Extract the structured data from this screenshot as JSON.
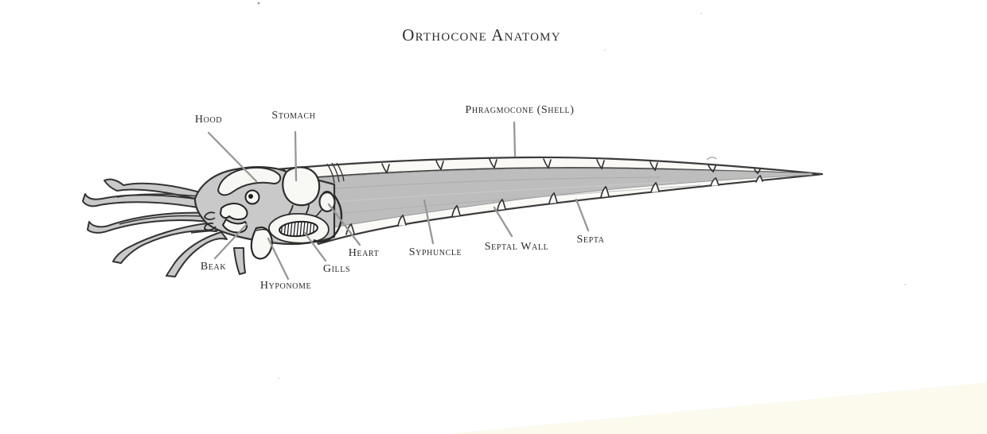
{
  "page": {
    "background_color": "#ffffff",
    "paper_edge_color": "#fbfaec",
    "ink_color": "#3a3a3a",
    "leader_line_color": "#979797",
    "body_fill_color": "#c9c9c9",
    "syphuncle_fill_color": "#bdbdbd",
    "text_color": "#2b2b2b"
  },
  "title": {
    "text": "Orthocone Anatomy"
  },
  "figure": {
    "subject": "orthocone-anatomy-drawing",
    "labels": [
      {
        "id": "hood",
        "text": "Hood"
      },
      {
        "id": "stomach",
        "text": "Stomach"
      },
      {
        "id": "phragmocone",
        "text": "Phragmocone (Shell)"
      },
      {
        "id": "beak",
        "text": "Beak"
      },
      {
        "id": "hyponome",
        "text": "Hyponome"
      },
      {
        "id": "gills",
        "text": "Gills"
      },
      {
        "id": "heart",
        "text": "Heart"
      },
      {
        "id": "syphuncle",
        "text": "Syphuncle"
      },
      {
        "id": "septal-wall",
        "text": "Septal Wall"
      },
      {
        "id": "septa",
        "text": "Septa"
      }
    ]
  }
}
